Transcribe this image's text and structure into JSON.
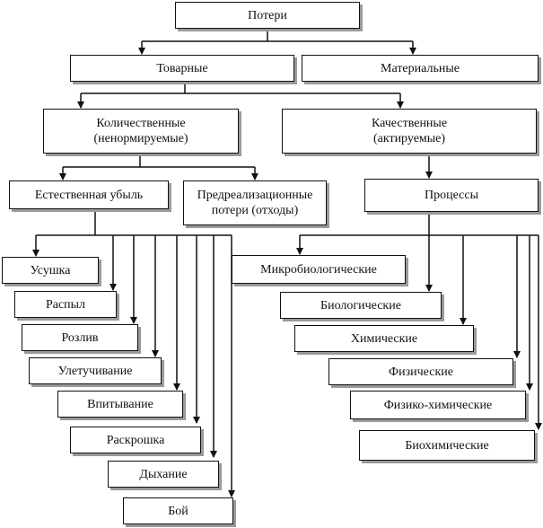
{
  "root": {
    "label": "Потери"
  },
  "level1": {
    "goods": "Товарные",
    "material": "Материальные"
  },
  "level2": {
    "quantitative": "Количественные\n(ненормируемые)",
    "qualitative": "Качественные\n(актируемые)"
  },
  "level3": {
    "natural_loss": "Естественная убыль",
    "pre_sale": "Предреализационные\nпотери (отходы)",
    "processes": "Процессы"
  },
  "natural_loss_items": [
    "Усушка",
    "Распыл",
    "Розлив",
    "Улетучивание",
    "Впитывание",
    "Раскрошка",
    "Дыхание",
    "Бой"
  ],
  "process_items": [
    "Микробиологические",
    "Биологические",
    "Химические",
    "Физические",
    "Физико-химические",
    "Биохимические"
  ]
}
